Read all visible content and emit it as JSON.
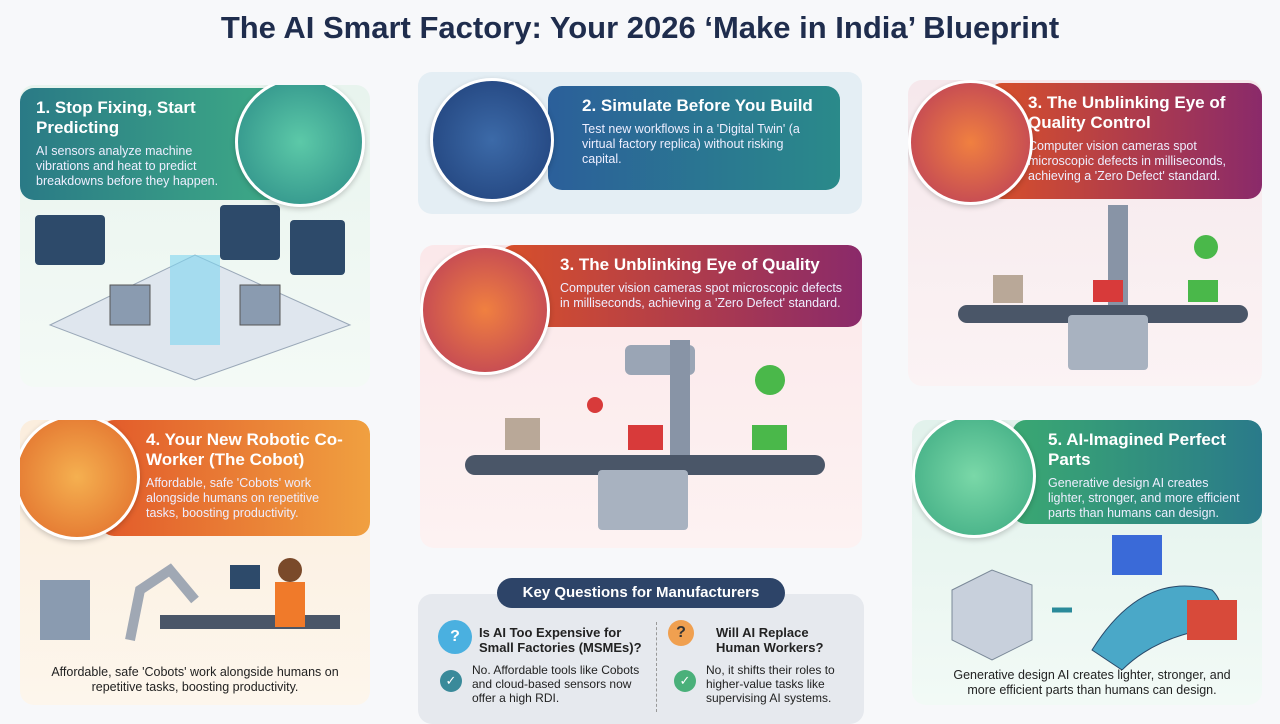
{
  "title": "The AI Smart Factory: Your 2026 ‘Make in India’ Blueprint",
  "panels": {
    "p1": {
      "heading": "1. Stop Fixing, Start Predicting",
      "body": "AI sensors analyze machine vibrations and heat to predict breakdowns before they happen.",
      "color": "#2a8a80"
    },
    "p2": {
      "heading": "2. Simulate Before You Build",
      "body": "Test new workflows in a 'Digital Twin' (a virtual factory replica) without risking capital.",
      "color": "#2b6f8a"
    },
    "p3c": {
      "heading": "3. The Unblinking Eye of Quality",
      "body": "Computer vision cameras spot microscopic defects in milliseconds, achieving a 'Zero Defect' standard.",
      "color": "#b33a5a"
    },
    "p3r": {
      "heading": "3. The Unblinking Eye of Quality Control",
      "body": "Computer vision cameras spot microscopic defects in milliseconds, achieving a 'Zero Defect' standard.",
      "color": "#a83a62"
    },
    "p4": {
      "heading": "4. Your New Robotic Co-Worker (The Cobot)",
      "body": "Affordable, safe 'Cobots' work alongside humans on repetitive tasks, boosting productivity.",
      "caption": "Affordable, safe 'Cobots' work alongside humans on repetitive tasks, boosting productivity.",
      "color": "#e07a2a"
    },
    "p5": {
      "heading": "5. AI-Imagined Perfect Parts",
      "body": "Generative design AI creates lighter, stronger, and more efficient parts than humans can design.",
      "caption": "Generative design AI creates lighter, stronger, and more efficient parts than humans can design.",
      "color": "#2a8a7a"
    }
  },
  "key_questions": {
    "title": "Key Questions for Manufacturers",
    "items": [
      {
        "question": "Is AI Too Expensive for Small Factories (MSMEs)?",
        "answer": "No. Affordable tools like Cobots and cloud-based sensors now offer a high RDI.",
        "icon": "question-gears-icon"
      },
      {
        "question": "Will AI Replace Human Workers?",
        "answer": "No, it shifts their roles to higher-value tasks like supervising AI systems.",
        "icon": "human-robot-icon"
      }
    ]
  }
}
